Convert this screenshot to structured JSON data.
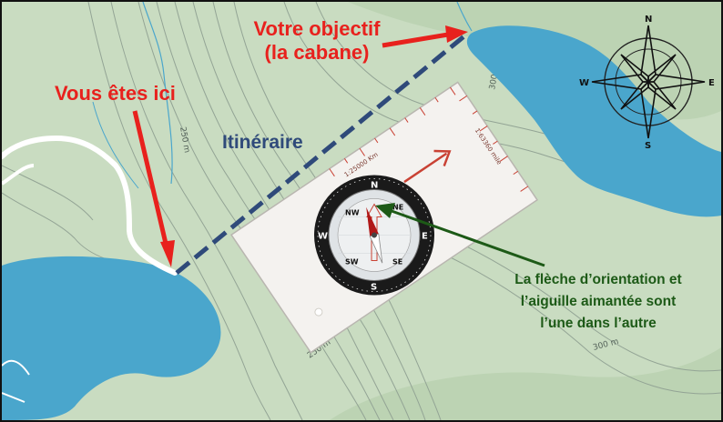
{
  "labels": {
    "you_are_here": "Vous êtes ici",
    "goal_line1": "Votre objectif",
    "goal_line2": "(la cabane)",
    "route": "Itinéraire",
    "note_line1": "La flèche d’orientation et",
    "note_line2": "l’aiguille aimantée sont",
    "note_line3": "l’une dans l’autre"
  },
  "contours": {
    "label_a": "250 m",
    "label_b": "250 m",
    "label_c": "300 m",
    "label_d": "300 m"
  },
  "compass_rose": {
    "n": "N",
    "s": "S",
    "e": "E",
    "w": "W"
  },
  "compass": {
    "scale_a": "1:25000 Km",
    "scale_b": "1:63360 mile",
    "ring": {
      "n": "N",
      "s": "S",
      "e": "E",
      "w": "W",
      "ne": "NE",
      "nw": "NW",
      "se": "SE",
      "sw": "SW"
    }
  },
  "colors": {
    "water": "#4aa6cc",
    "land": "#c9dcc1",
    "forest": "#b6cfae",
    "route": "#2f4a7a",
    "arrow": "#e8211d",
    "note": "#1d5a17"
  }
}
